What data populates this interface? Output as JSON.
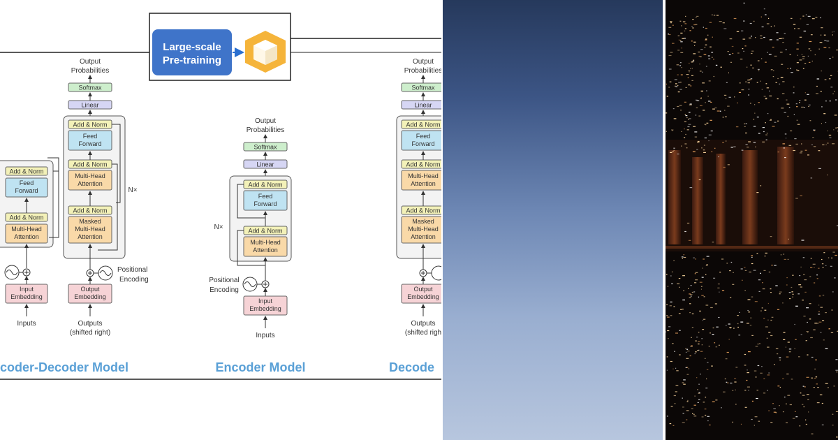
{
  "pretrain": {
    "line1": "Large-scale",
    "line2": "Pre-training"
  },
  "titles": {
    "encdec": "coder-Decoder Model",
    "enc": "Encoder Model",
    "dec": "Decode"
  },
  "labels": {
    "output_probabilities_1": "Output",
    "output_probabilities_2": "Probabilities",
    "softmax": "Softmax",
    "linear": "Linear",
    "add_norm": "Add & Norm",
    "feed_forward_1": "Feed",
    "feed_forward_2": "Forward",
    "mha_1": "Multi-Head",
    "mha_2": "Attention",
    "masked_1": "Masked",
    "masked_2": "Multi-Head",
    "masked_3": "Attention",
    "nx": "N×",
    "positional_1": "Positional",
    "positional_2": "Encoding",
    "input_embedding_1": "Input",
    "input_embedding_2": "Embedding",
    "output_embedding_1": "Output",
    "output_embedding_2": "Embedding",
    "inputs": "Inputs",
    "outputs_1": "Outputs",
    "outputs_2": "(shifted right)",
    "outputs_2_cut": "(shifted righ"
  },
  "colors": {
    "add_norm": "#f3f1b8",
    "feed_forward": "#bfe3f2",
    "attention": "#f9d9a8",
    "embedding": "#f6d3d6",
    "linear": "#d6d6f4",
    "softmax": "#cdeecc",
    "pretrain_box": "#3f74c9",
    "cube": "#f5b43a",
    "title": "#5aa0d6"
  }
}
